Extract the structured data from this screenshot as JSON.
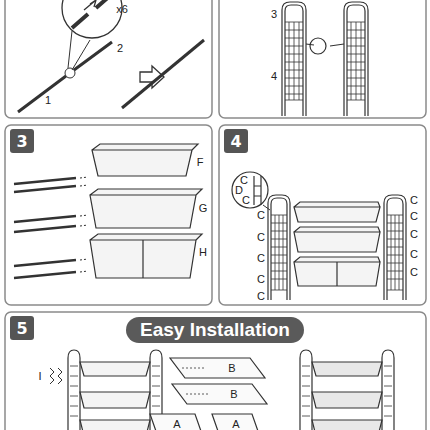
{
  "diagram": {
    "nodes": [
      {
        "text": [
          "3"
        ]
      },
      {
        "text": [
          "4"
        ]
      },
      {
        "text": [
          "5"
        ]
      },
      {
        "text": [
          "Easy Installation"
        ]
      }
    ],
    "labels": [
      "x6",
      "1",
      "2",
      "3",
      "4",
      "F",
      "G",
      "H",
      "C",
      "D",
      "C",
      "C",
      "C",
      "C",
      "C",
      "C",
      "C",
      "C",
      "C",
      "C",
      "C",
      "I",
      "B",
      "B",
      "A",
      "A"
    ]
  }
}
